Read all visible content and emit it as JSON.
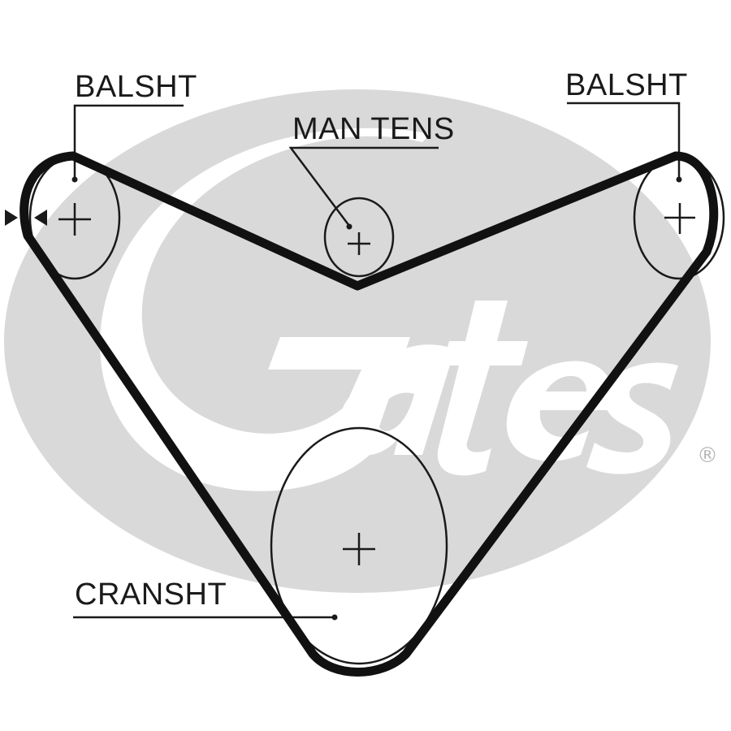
{
  "labels": {
    "balsht_left": "BALSHT",
    "man_tens": "MAN TENS",
    "balsht_right": "BALSHT",
    "cranksht": "CRANSHT"
  },
  "brand": {
    "logo_text": "Gates",
    "registered_mark": "®"
  },
  "colors": {
    "belt": "#111111",
    "logo": "#d9d9d9",
    "text": "#1a1a1a"
  }
}
